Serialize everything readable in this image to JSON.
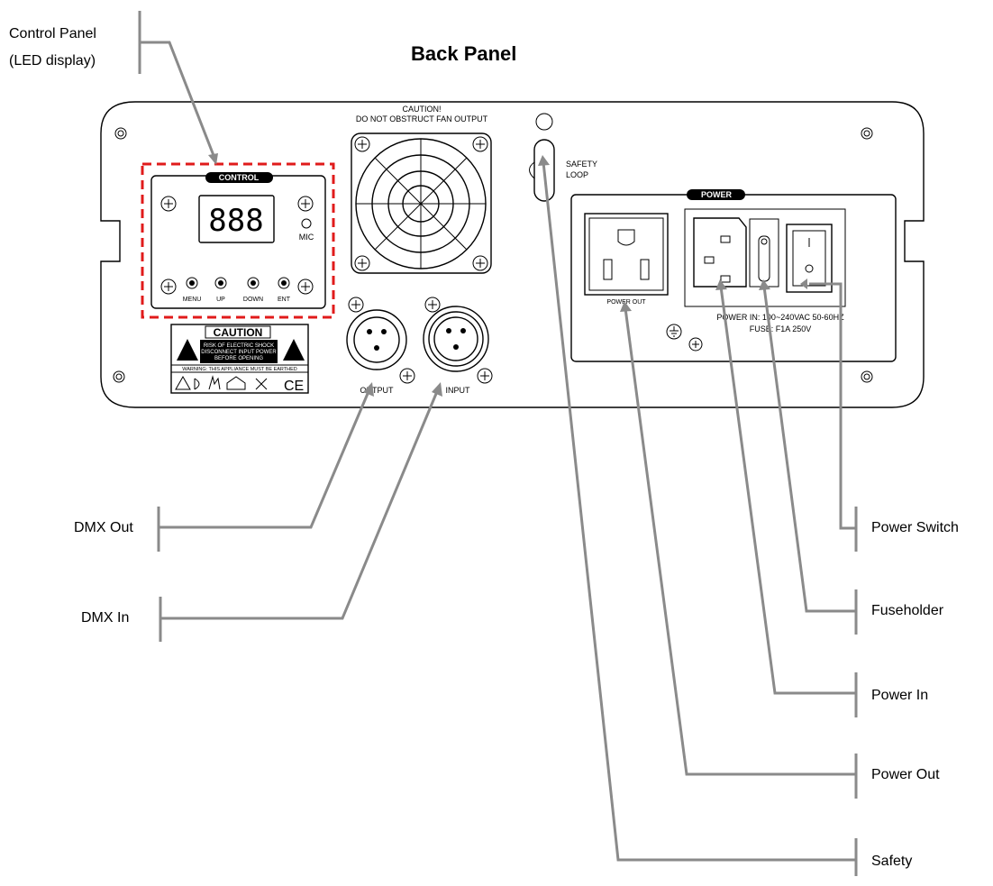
{
  "title": "Back Panel",
  "callouts": {
    "control_panel_line1": "Control Panel",
    "control_panel_line2": "(LED display)",
    "dmx_out": "DMX Out",
    "dmx_in": "DMX In",
    "power_switch": "Power Switch",
    "fuseholder": "Fuseholder",
    "power_in": "Power In",
    "power_out": "Power Out",
    "safety": "Safety"
  },
  "panel": {
    "fan_caution_line1": "CAUTION!",
    "fan_caution_line2": "DO NOT OBSTRUCT FAN OUTPUT",
    "safety_loop_line1": "SAFETY",
    "safety_loop_line2": "LOOP",
    "control_header": "CONTROL",
    "led_display": "888",
    "mic": "MIC",
    "btn_menu": "MENU",
    "btn_up": "UP",
    "btn_down": "DOWN",
    "btn_ent": "ENT",
    "caution_heading": "CAUTION",
    "caution_line1": "RISK OF ELECTRIC SHOCK",
    "caution_line2": "DISCONNECT INPUT POWER",
    "caution_line3": "BEFORE OPENING",
    "warning_line": "WARNING: THIS APPLIANCE MUST BE EARTHED",
    "ce_mark": "CE",
    "output_label": "OUTPUT",
    "input_label": "INPUT",
    "power_header": "POWER",
    "power_out_label": "POWER OUT",
    "power_in_spec": "POWER IN: 100~240VAC 50-60HZ",
    "fuse_spec": "FUSE: F1A 250V"
  },
  "colors": {
    "leader": "#8a8a8a",
    "highlight": "#e01b1b"
  }
}
